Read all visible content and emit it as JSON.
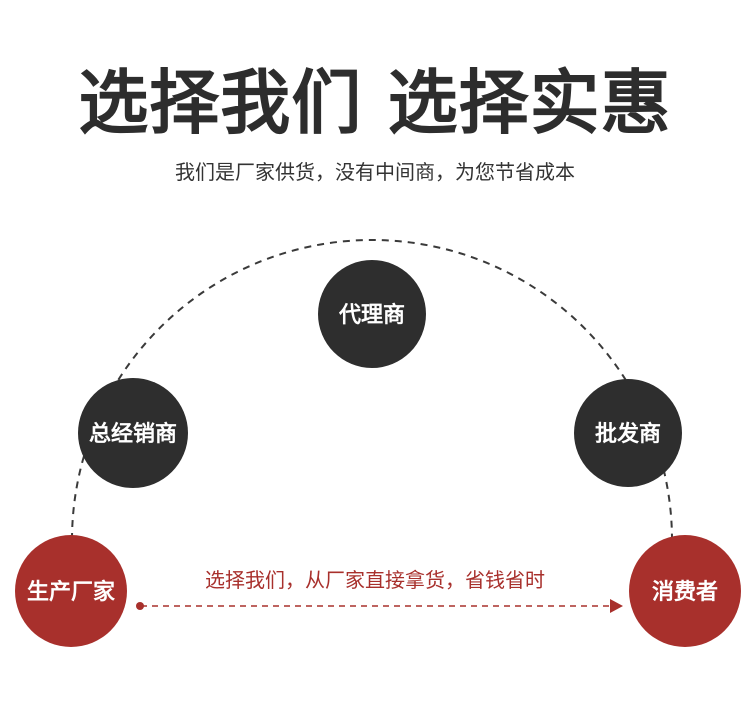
{
  "header": {
    "title": "选择我们  选择实惠",
    "subtitle": "我们是厂家供货，没有中间商，为您节省成本"
  },
  "nodes": {
    "manufacturer": "生产厂家",
    "distributor": "总经销商",
    "agent": "代理商",
    "wholesaler": "批发商",
    "consumer": "消费者"
  },
  "direct_path": {
    "label": "选择我们，从厂家直接拿货，省钱省时"
  },
  "colors": {
    "dark_node": "#2e2e2e",
    "red_node": "#a8302c",
    "title_text": "#2d2d2d",
    "arrow": "#a8302c"
  }
}
